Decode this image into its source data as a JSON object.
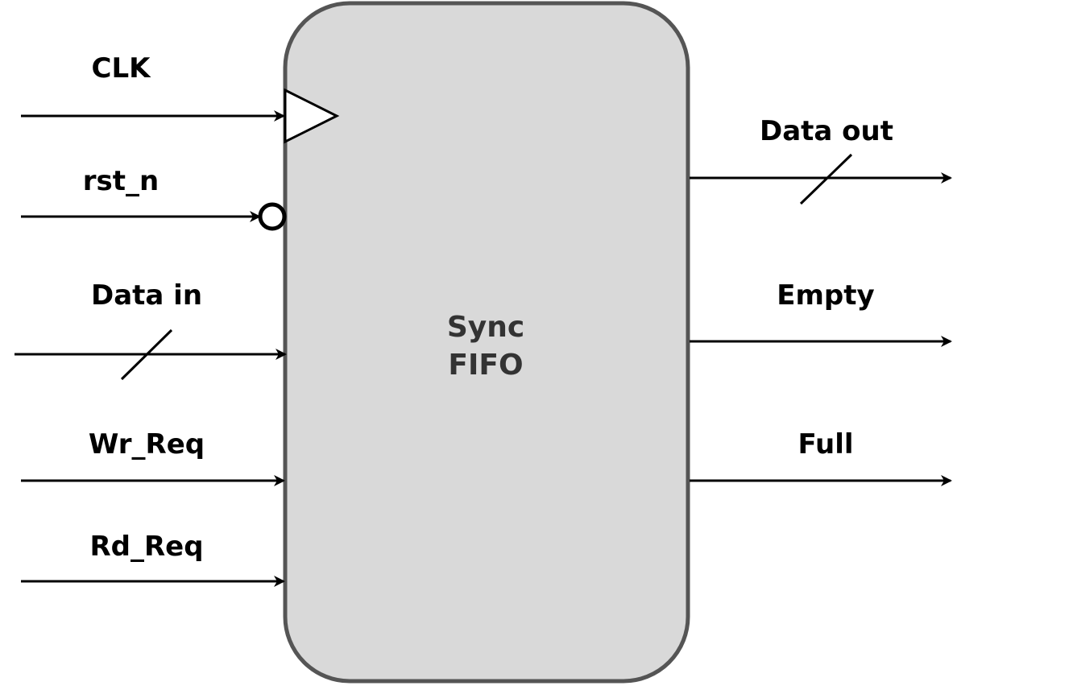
{
  "block": {
    "title_line1": "Sync",
    "title_line2": "FIFO",
    "fill": "#d9d9d9",
    "stroke": "#555555"
  },
  "inputs": {
    "clk": "CLK",
    "rst_n": "rst_n",
    "data_in": "Data in",
    "wr_req": "Wr_Req",
    "rd_req": "Rd_Req"
  },
  "outputs": {
    "data_out": "Data out",
    "empty": "Empty",
    "full": "Full"
  },
  "colors": {
    "line": "#000000"
  }
}
